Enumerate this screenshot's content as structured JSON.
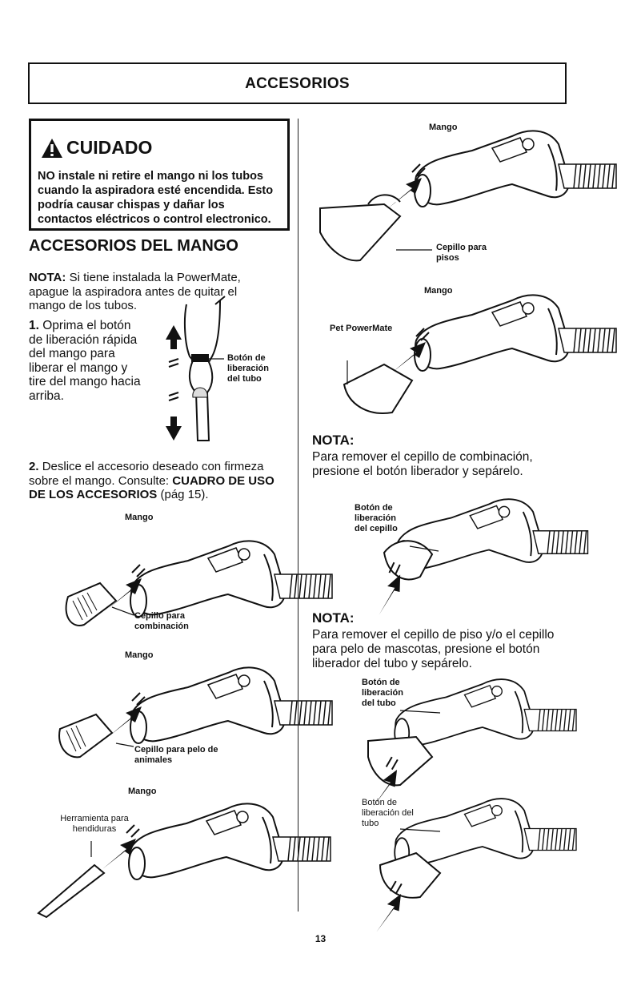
{
  "header": {
    "title": "ACCESORIOS"
  },
  "caution": {
    "title": "CUIDADO",
    "body": "NO instale ni retire el mango ni los tubos cuando la aspiradora esté encendida. Esto podría causar chispas y dañar los contactos eléctricos o control electronico."
  },
  "left": {
    "heading": "ACCESORIOS DEL MANGO",
    "note_label": "NOTA:",
    "note_text": "Si tiene instalada la PowerMate, apague la aspiradora antes de quitar el mango de los tubos.",
    "step1_num": "1.",
    "step1_text": "Oprima el botón de liberación rápida del mango para liberar el mango y tire del mango hacia arriba.",
    "tube_release_label": "Botón de liberación del tubo",
    "step2_num": "2.",
    "step2_text": "Deslice el accesorio deseado con firmeza sobre el mango. Consulte:",
    "step2_ref": "CUADRO DE USO DE LOS ACCESORIOS",
    "step2_page": "(pág 15).",
    "fig_combo": {
      "mango": "Mango",
      "tool": "Cepillo para combinación"
    },
    "fig_pet": {
      "mango": "Mango",
      "tool": "Cepillo para pelo de animales"
    },
    "fig_crevice": {
      "mango": "Mango",
      "tool": "Herramienta para hendiduras"
    }
  },
  "right": {
    "fig_floor": {
      "mango": "Mango",
      "tool": "Cepillo para pisos"
    },
    "fig_powermate": {
      "mango": "Mango",
      "tool": "Pet PowerMate"
    },
    "nota1_label": "NOTA:",
    "nota1_text": "Para remover el cepillo de combinación, presione el botón liberador y sepárelo.",
    "fig_brush_release": {
      "label": "Botón de liberación del cepillo"
    },
    "nota2_label": "NOTA:",
    "nota2_text": "Para remover el cepillo de piso y/o el cepillo para pelo de mascotas, presione el botón liberador del tubo y sepárelo.",
    "fig_tube_release1": {
      "label": "Botón de liberación del tubo"
    },
    "fig_tube_release2": {
      "label": "Botón de liberación del tubo"
    }
  },
  "page_number": "13"
}
